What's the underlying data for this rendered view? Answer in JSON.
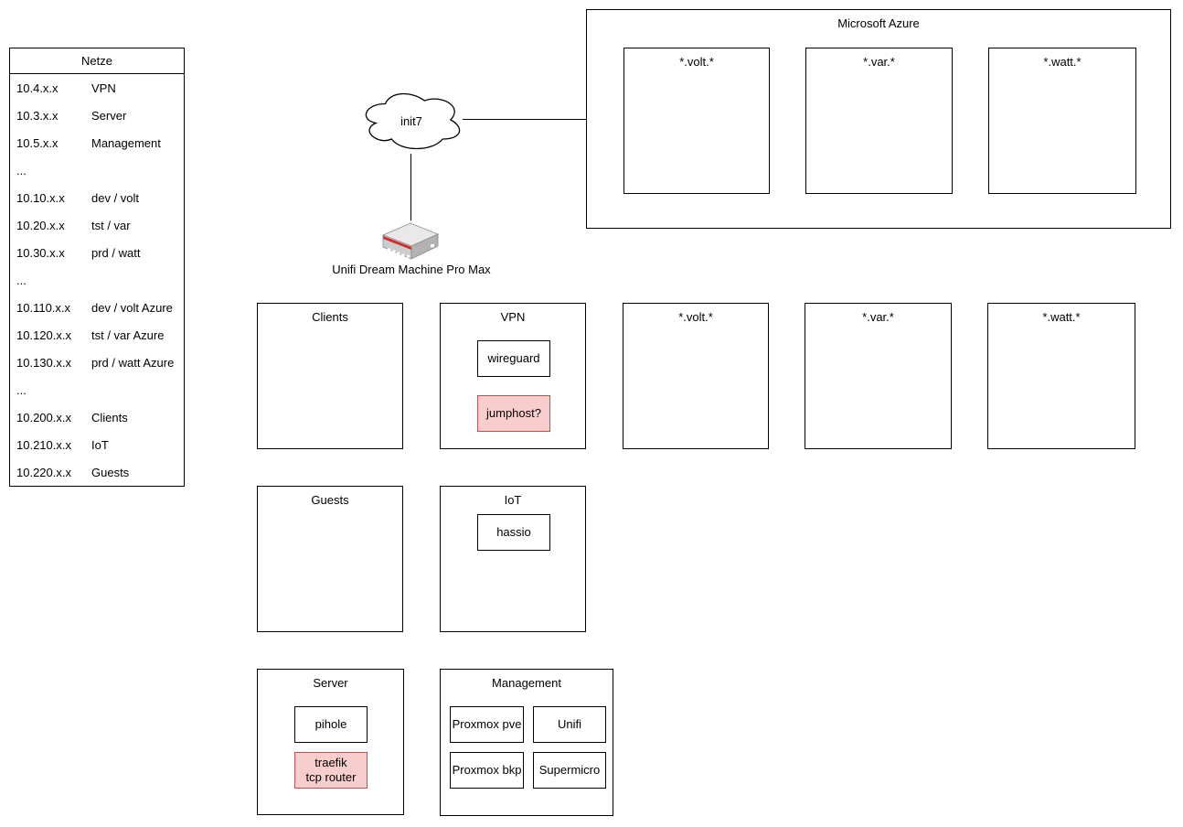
{
  "netze": {
    "title": "Netze",
    "rows": [
      {
        "ip": "10.4.x.x",
        "label": "VPN"
      },
      {
        "ip": "10.3.x.x",
        "label": "Server"
      },
      {
        "ip": "10.5.x.x",
        "label": "Management"
      },
      {
        "ip": "...",
        "label": ""
      },
      {
        "ip": "10.10.x.x",
        "label": "dev / volt"
      },
      {
        "ip": "10.20.x.x",
        "label": "tst / var"
      },
      {
        "ip": "10.30.x.x",
        "label": "prd / watt"
      },
      {
        "ip": "...",
        "label": ""
      },
      {
        "ip": "10.110.x.x",
        "label": "dev / volt Azure"
      },
      {
        "ip": "10.120.x.x",
        "label": "tst / var Azure"
      },
      {
        "ip": "10.130.x.x",
        "label": "prd / watt Azure"
      },
      {
        "ip": "...",
        "label": ""
      },
      {
        "ip": "10.200.x.x",
        "label": "Clients"
      },
      {
        "ip": "10.210.x.x",
        "label": "IoT"
      },
      {
        "ip": "10.220.x.x",
        "label": "Guests"
      }
    ]
  },
  "wan": {
    "cloud_label": "init7",
    "router_label": "Unifi Dream Machine Pro Max"
  },
  "azure": {
    "title": "Microsoft Azure",
    "boxes": [
      "*.volt.*",
      "*.var.*",
      "*.watt.*"
    ]
  },
  "zones": {
    "clients": {
      "title": "Clients"
    },
    "vpn": {
      "title": "VPN",
      "wireguard": "wireguard",
      "jumphost": "jumphost?"
    },
    "volt": "*.volt.*",
    "var": "*.var.*",
    "watt": "*.watt.*",
    "guests": {
      "title": "Guests"
    },
    "iot": {
      "title": "IoT",
      "hassio": "hassio"
    },
    "server": {
      "title": "Server",
      "pihole": "pihole",
      "traefik": "traefik\ntcp router"
    },
    "management": {
      "title": "Management",
      "items": [
        "Proxmox pve",
        "Unifi",
        "Proxmox bkp",
        "Supermicro"
      ]
    }
  },
  "colors": {
    "highlight_fill": "#f8cecc",
    "highlight_border": "#b85450",
    "box_border": "#000000",
    "router_red": "#d42a2a"
  }
}
